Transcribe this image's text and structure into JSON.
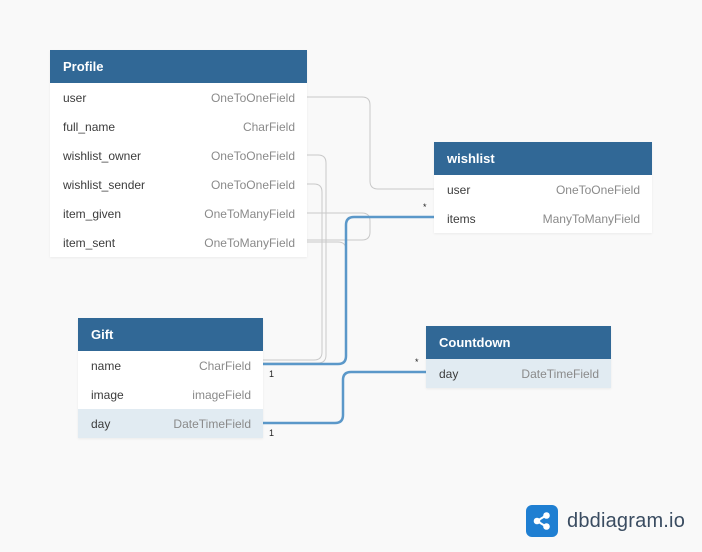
{
  "tables": {
    "profile": {
      "name": "Profile",
      "fields": [
        {
          "name": "user",
          "type": "OneToOneField"
        },
        {
          "name": "full_name",
          "type": "CharField"
        },
        {
          "name": "wishlist_owner",
          "type": "OneToOneField"
        },
        {
          "name": "wishlist_sender",
          "type": "OneToOneField"
        },
        {
          "name": "item_given",
          "type": "OneToManyField"
        },
        {
          "name": "item_sent",
          "type": "OneToManyField"
        }
      ]
    },
    "wishlist": {
      "name": "wishlist",
      "fields": [
        {
          "name": "user",
          "type": "OneToOneField"
        },
        {
          "name": "items",
          "type": "ManyToManyField"
        }
      ]
    },
    "gift": {
      "name": "Gift",
      "fields": [
        {
          "name": "name",
          "type": "CharField"
        },
        {
          "name": "image",
          "type": "imageField"
        },
        {
          "name": "day",
          "type": "DateTimeField"
        }
      ]
    },
    "countdown": {
      "name": "Countdown",
      "fields": [
        {
          "name": "day",
          "type": "DateTimeField"
        }
      ]
    }
  },
  "relationships": {
    "gift_to_wishlist": {
      "from_label": "1",
      "to_label": "*"
    },
    "gift_to_countdown": {
      "from_label": "1",
      "to_label": "*"
    }
  },
  "colors": {
    "header": "#316896",
    "active_link": "#5b98c9",
    "inactive_link": "#c9c9c9",
    "highlight_row": "#e1ebf2"
  },
  "brand": {
    "name": "dbdiagram.io",
    "icon": "share-nodes-icon"
  }
}
